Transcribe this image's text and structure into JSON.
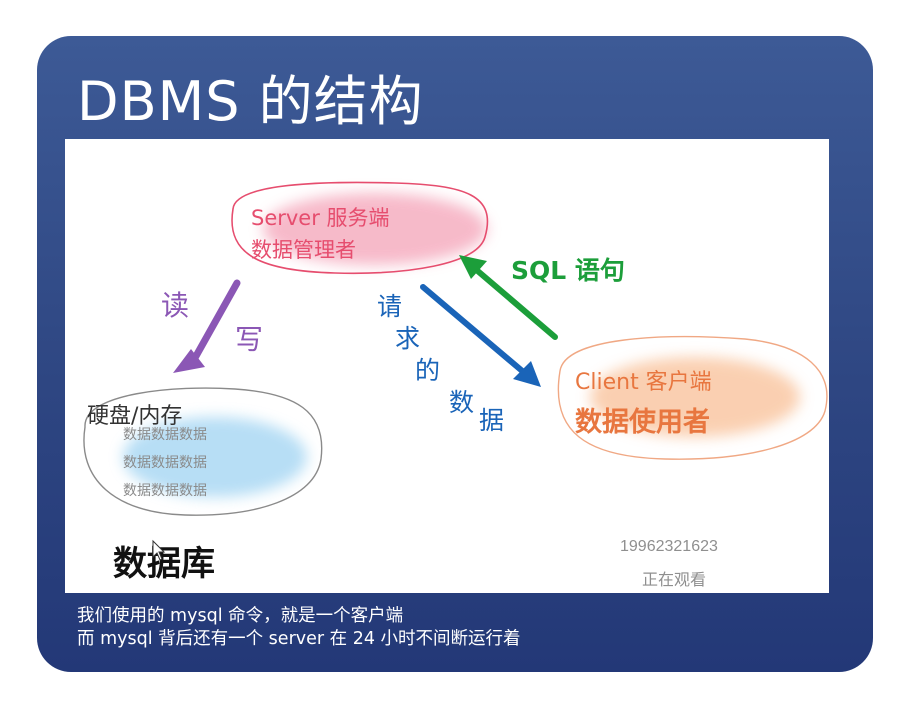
{
  "slide": {
    "title": "DBMS 的结构"
  },
  "diagram": {
    "server": {
      "line1": "Server 服务端",
      "line2": "数据管理者"
    },
    "client": {
      "line1": "Client 客户端",
      "line2": "数据使用者"
    },
    "storage": {
      "label": "硬盘/内存",
      "row_text": "数据数据数据"
    },
    "database_label": "数据库",
    "arrow_labels": {
      "read": "读",
      "write": "写",
      "request": [
        "请",
        "求",
        "的",
        "数",
        "据"
      ],
      "sql": "SQL 语句"
    },
    "colors": {
      "server": "#e64d6e",
      "client": "#e8763f",
      "storage": "#4aa9e0",
      "purple": "#8b57b5",
      "blue": "#1a64b8",
      "green": "#1c9e3a"
    }
  },
  "watermark": {
    "id": "19962321623",
    "status": "正在观看"
  },
  "caption": {
    "line1": "我们使用的 mysql 命令，就是一个客户端",
    "line2": "而 mysql 背后还有一个 server 在 24 小时不间断运行着"
  }
}
